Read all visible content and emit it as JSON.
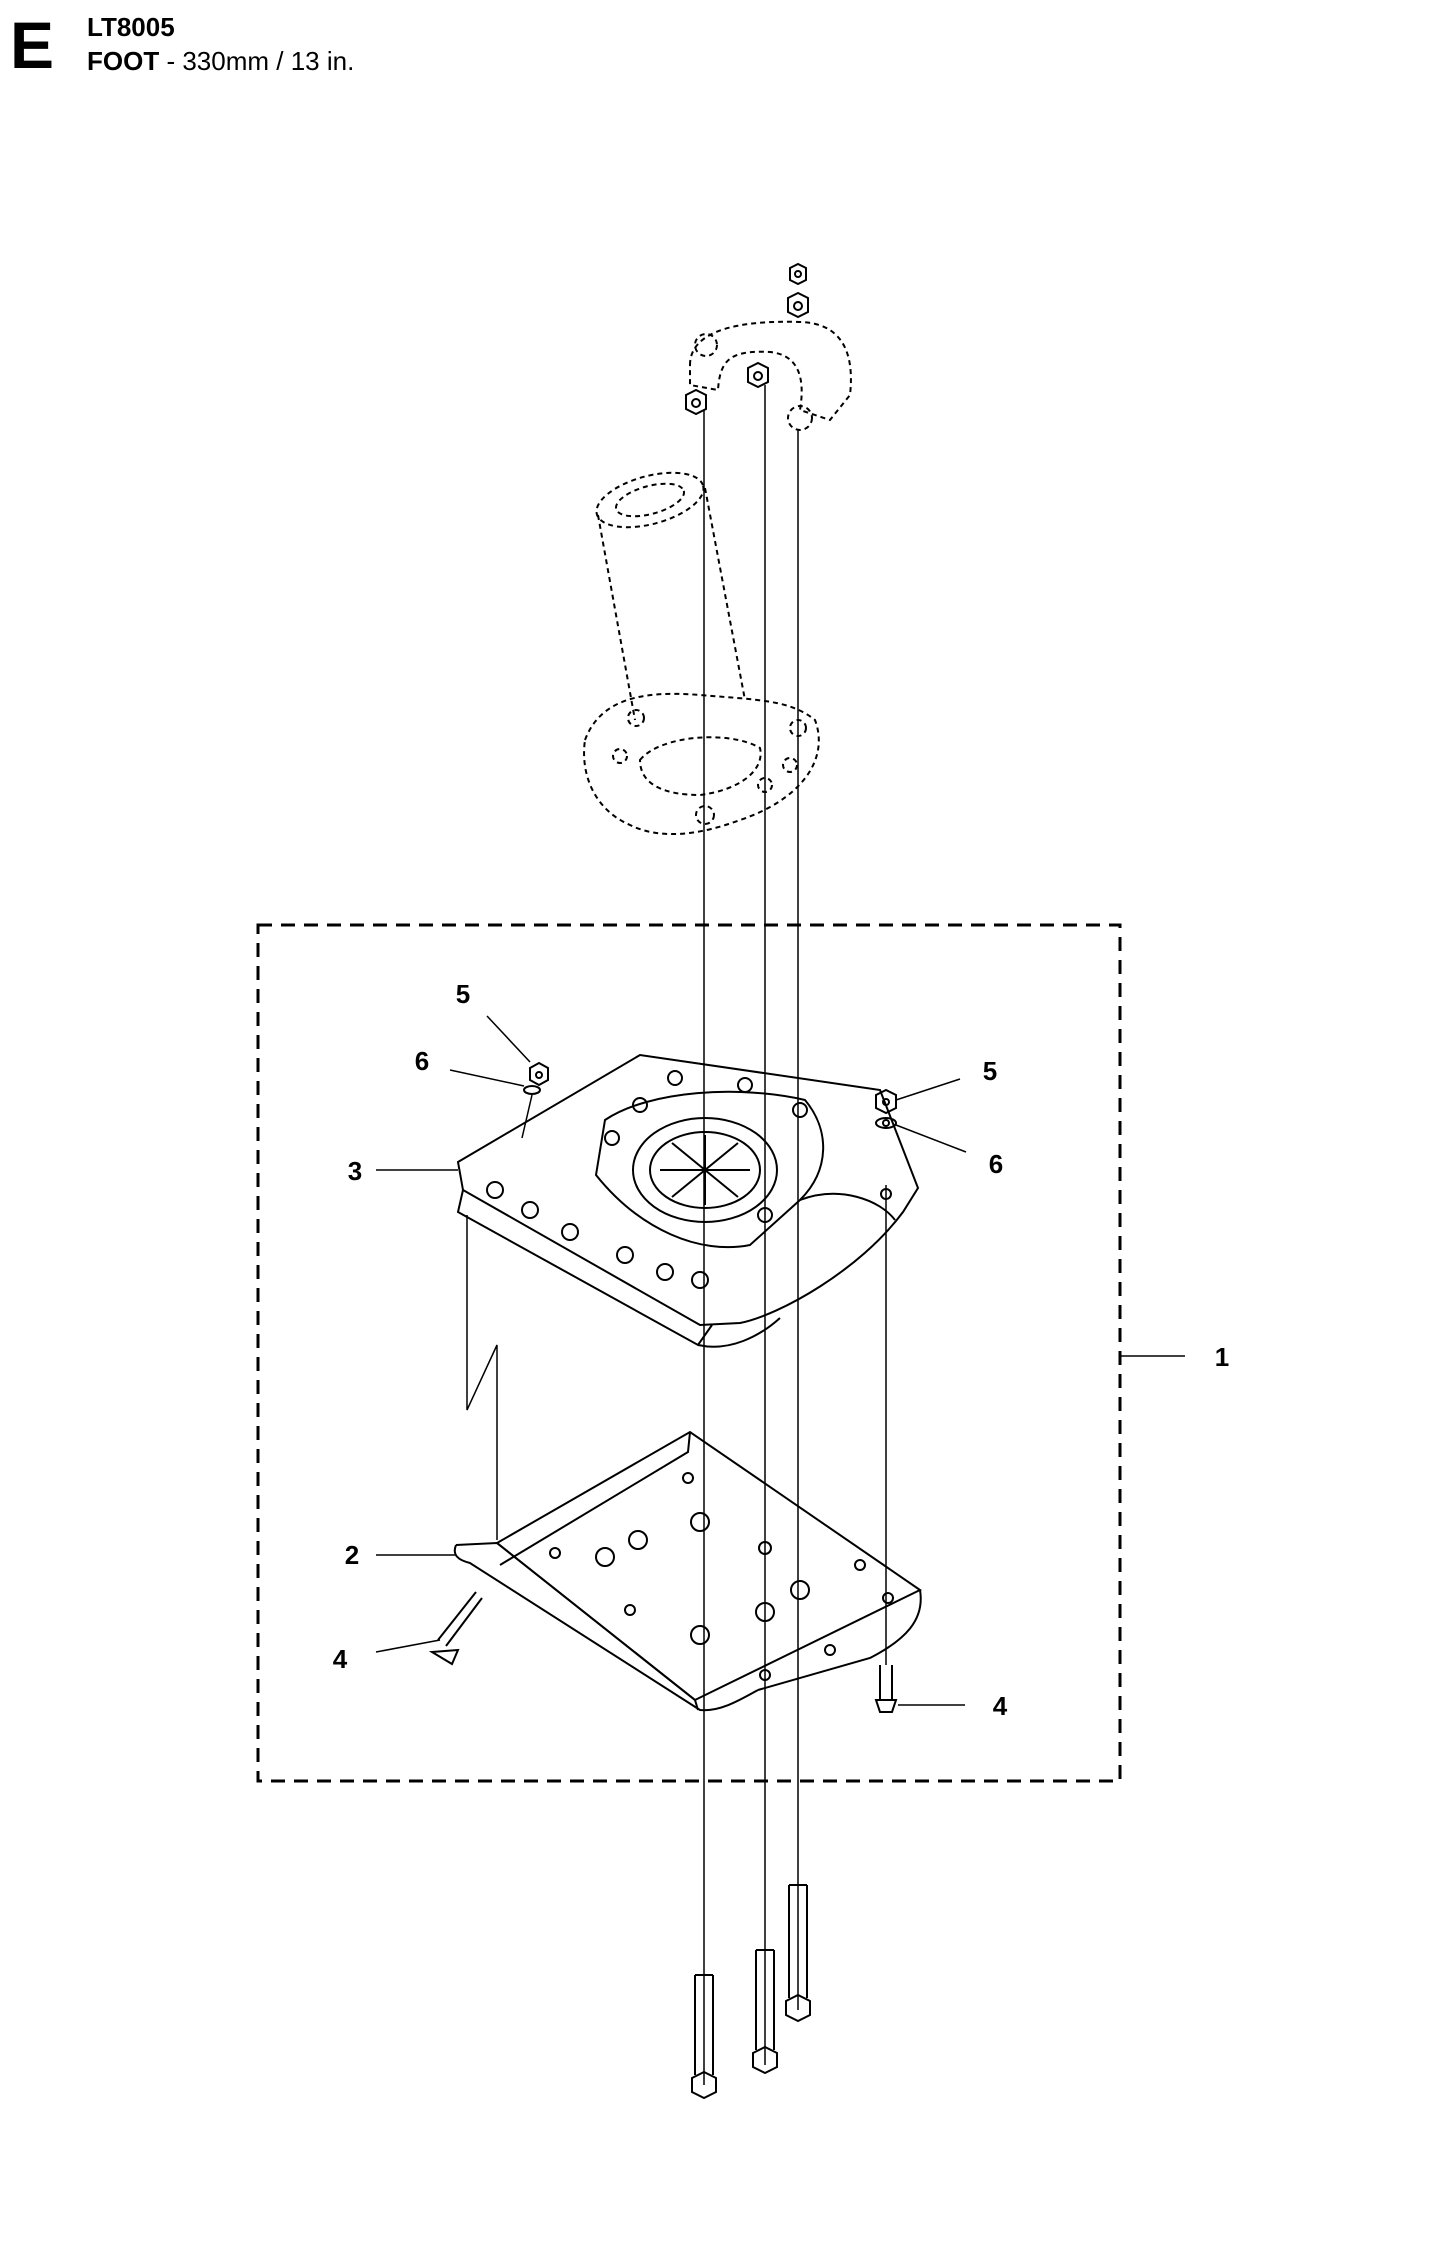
{
  "header": {
    "section_letter": "E",
    "model": "LT8005",
    "title_bold": "FOOT",
    "title_rest": " - 330mm / 13 in."
  },
  "callouts": {
    "c1": "1",
    "c2": "2",
    "c3": "3",
    "c4a": "4",
    "c4b": "4",
    "c5a": "5",
    "c5b": "5",
    "c6a": "6",
    "c6b": "6"
  }
}
